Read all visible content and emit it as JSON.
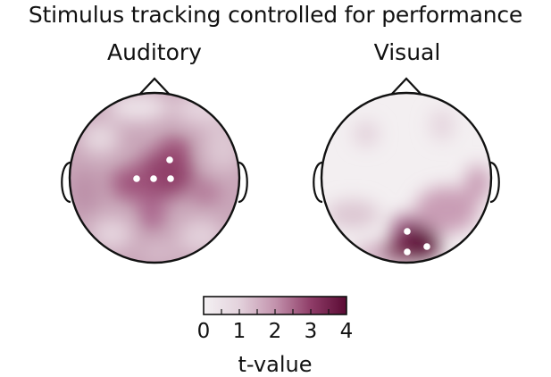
{
  "title": "Stimulus tracking controlled for performance",
  "panels": [
    {
      "label": "Auditory"
    },
    {
      "label": "Visual"
    }
  ],
  "colorbar": {
    "label": "t-value",
    "ticks": [
      "0",
      "1",
      "2",
      "3",
      "4"
    ],
    "min": 0,
    "max": 4,
    "colors": {
      "low": "#f4f1f3",
      "high": "#5a0a33"
    }
  }
}
